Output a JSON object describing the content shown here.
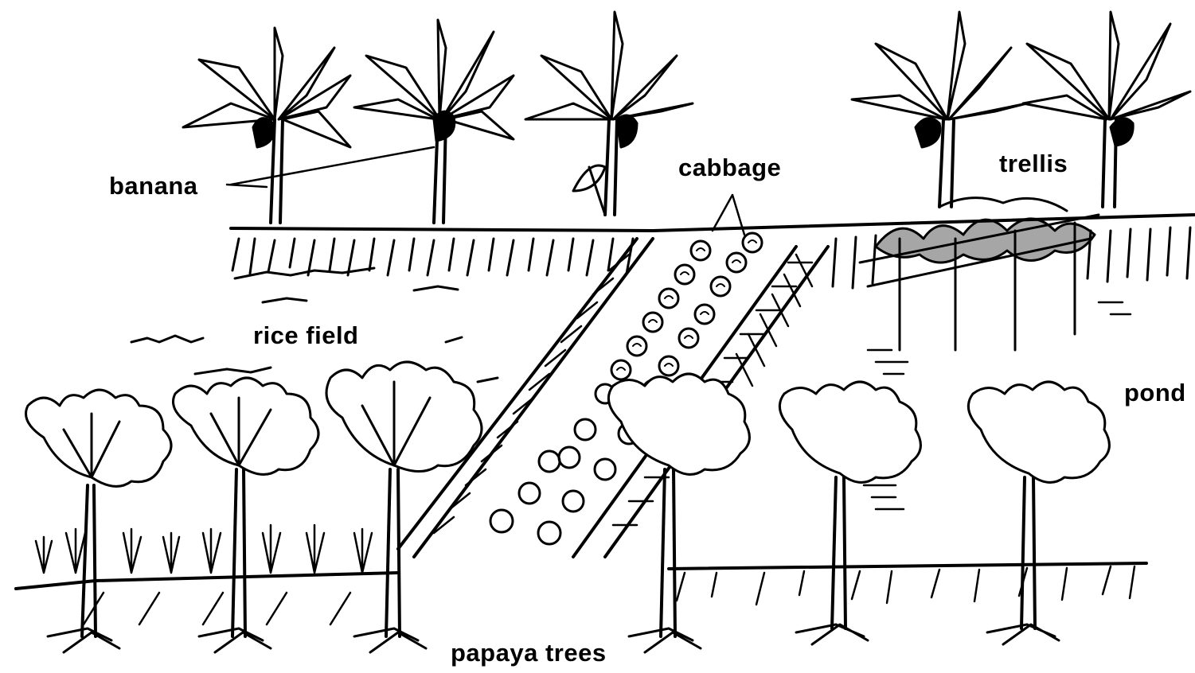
{
  "labels": {
    "banana": "banana",
    "cabbage": "cabbage",
    "trellis": "trellis",
    "rice_field": "rice field",
    "pond": "pond",
    "papaya_trees": "papaya trees"
  },
  "colors": {
    "ink": "#000000",
    "paper": "#ffffff"
  }
}
